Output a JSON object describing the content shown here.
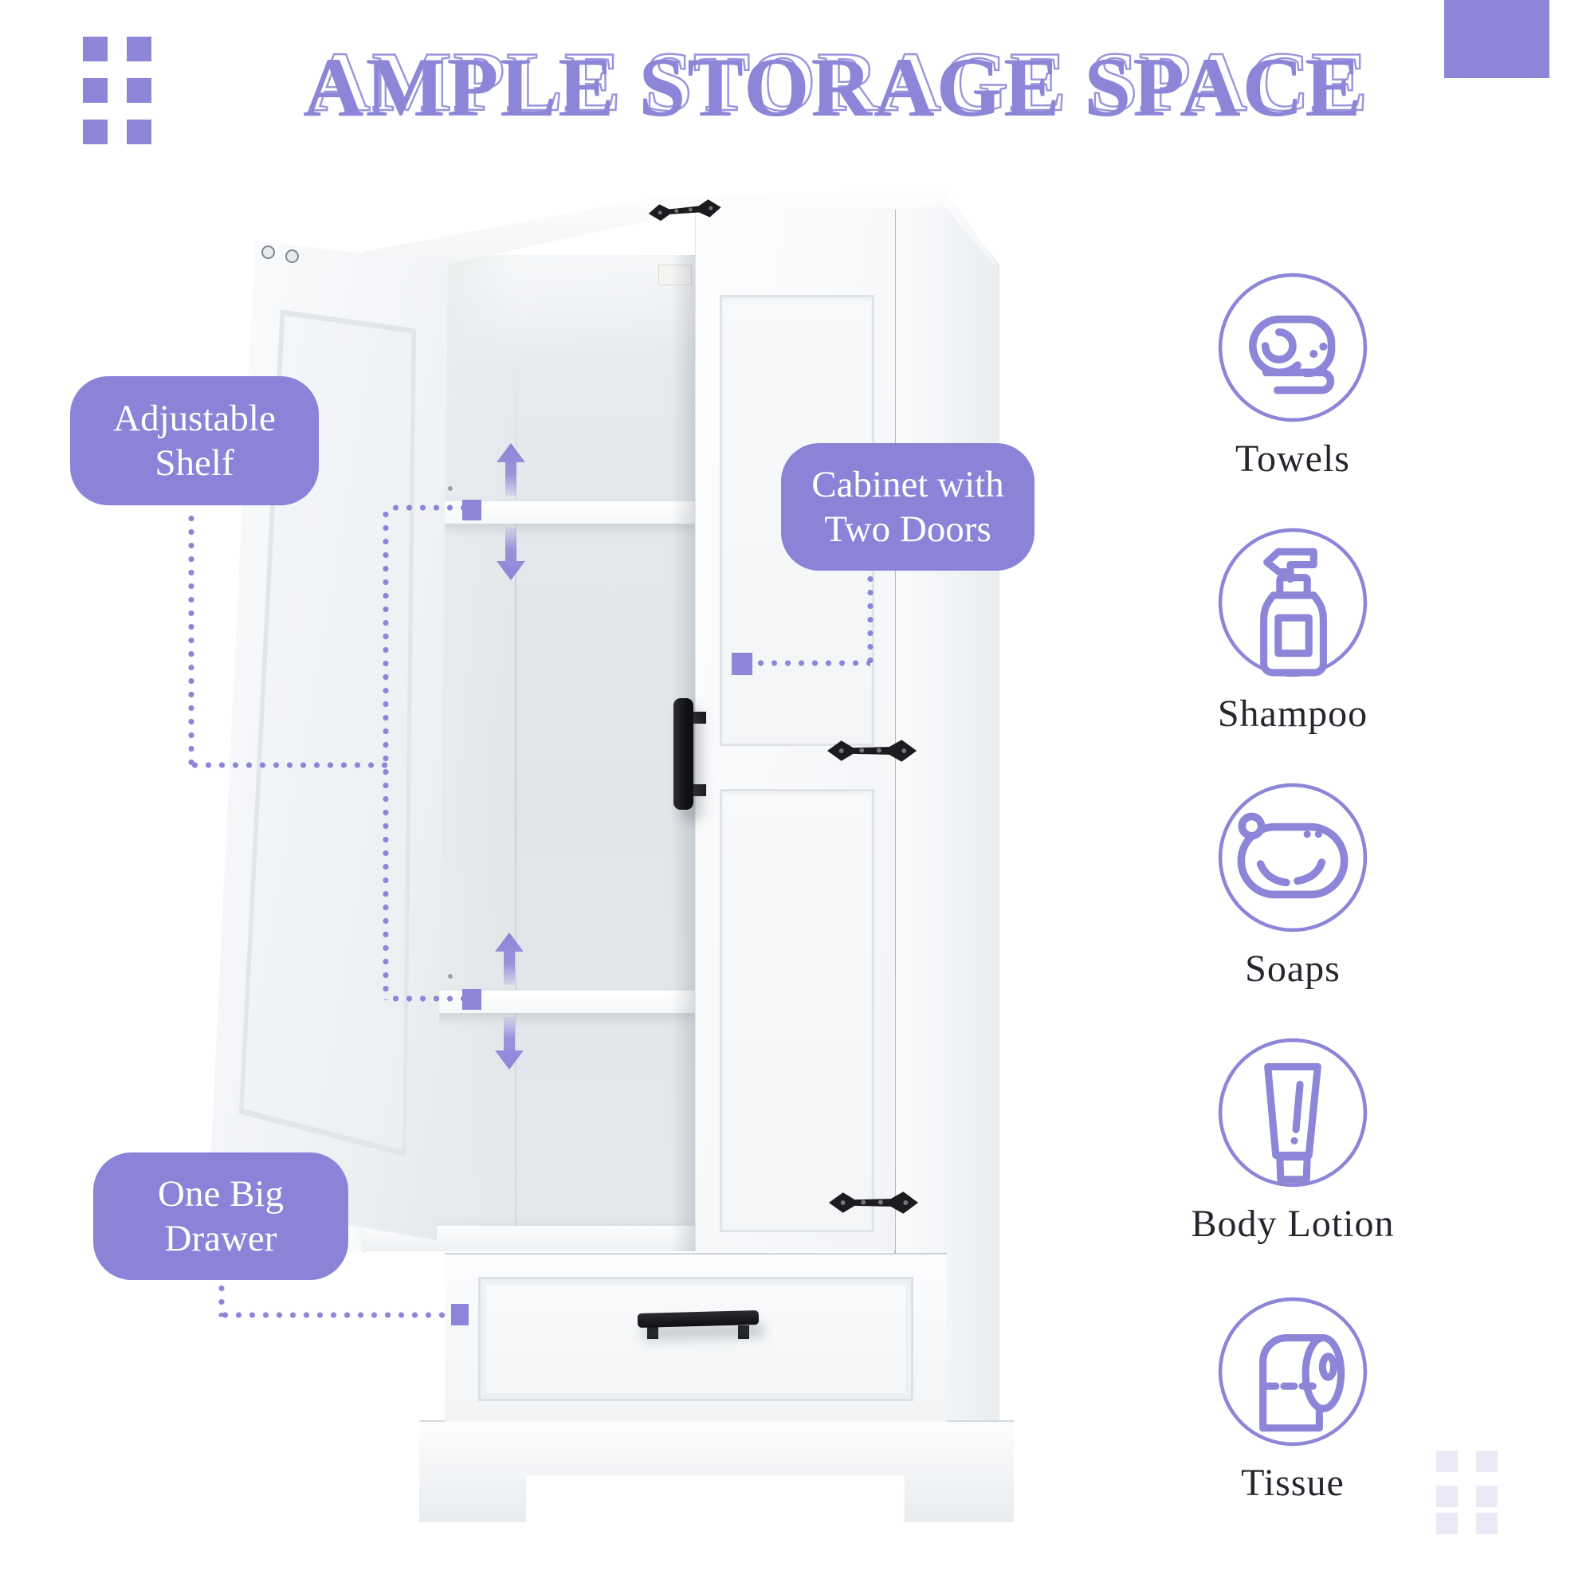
{
  "header": {
    "title": "AMPLE STORAGE SPACE"
  },
  "callouts": {
    "adjustable_shelf": {
      "line1": "Adjustable",
      "line2": "Shelf"
    },
    "cabinet_two_doors": {
      "line1": "Cabinet with",
      "line2": "Two Doors"
    },
    "one_big_drawer": {
      "line1": "One Big",
      "line2": "Drawer"
    }
  },
  "features": [
    {
      "id": "towels",
      "label": "Towels",
      "icon": "towel-roll-icon"
    },
    {
      "id": "shampoo",
      "label": "Shampoo",
      "icon": "shampoo-pump-bottle-icon"
    },
    {
      "id": "soaps",
      "label": "Soaps",
      "icon": "soap-bar-icon"
    },
    {
      "id": "body_lotion",
      "label": "Body Lotion",
      "icon": "lotion-tube-icon"
    },
    {
      "id": "tissue",
      "label": "Tissue",
      "icon": "toilet-paper-roll-icon"
    }
  ],
  "colors": {
    "accent": "#8d85d8",
    "accent_soft": "#eae9f5",
    "callout_bg": "#8b83d7",
    "callout_text": "#ffffff",
    "label_text": "#26262e",
    "hardware_black": "#1b1b1e"
  }
}
